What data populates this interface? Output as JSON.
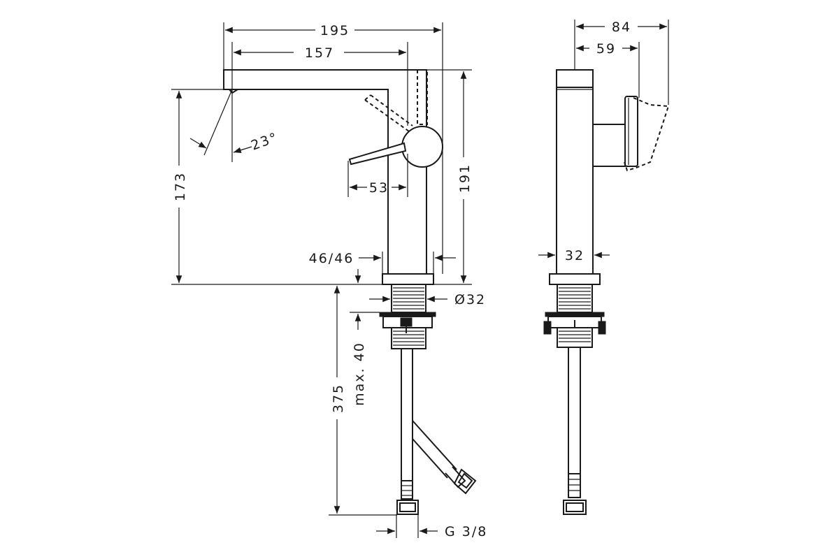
{
  "front_view": {
    "dim_spout_reach_total": "195",
    "dim_spout_reach_axis": "157",
    "dim_height_total": "191",
    "dim_height_outlet": "173",
    "dim_spout_angle": "23°",
    "dim_lever_length": "53",
    "dim_body_width": "46/46",
    "dim_shank_diameter": "Ø32",
    "dim_counter_top_max": "max. 40",
    "dim_hose_length": "375",
    "dim_hose_thread": "G 3/8"
  },
  "side_view": {
    "dim_total_depth": "84",
    "dim_lever_depth": "59",
    "dim_body_width": "32"
  }
}
